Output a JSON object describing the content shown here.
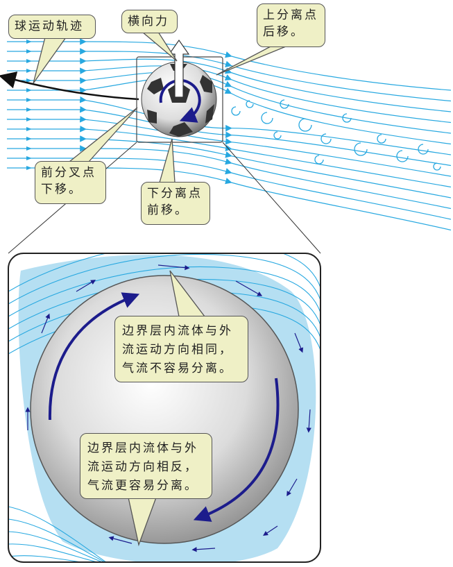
{
  "labels": {
    "trajectory": "球运动轨迹",
    "lateral_force": "横向力",
    "upper_separation": [
      "上分离点",
      "后移。"
    ],
    "front_stagnation": [
      "前分叉点",
      "下移。"
    ],
    "lower_separation": [
      "下分离点",
      "前移。"
    ]
  },
  "inset": {
    "same_direction": [
      "边界层内流体与外",
      "流运动方向相同，",
      "气流不容易分离。"
    ],
    "opposite_direction": [
      "边界层内流体与外",
      "流运动方向相反，",
      "气流更容易分离。"
    ]
  },
  "colors": {
    "streamline": "#27a8e0",
    "spin_arrow": "#1c1c8c",
    "callout_bg": "#eff0c6",
    "boundary_layer": "#b5dff2"
  }
}
